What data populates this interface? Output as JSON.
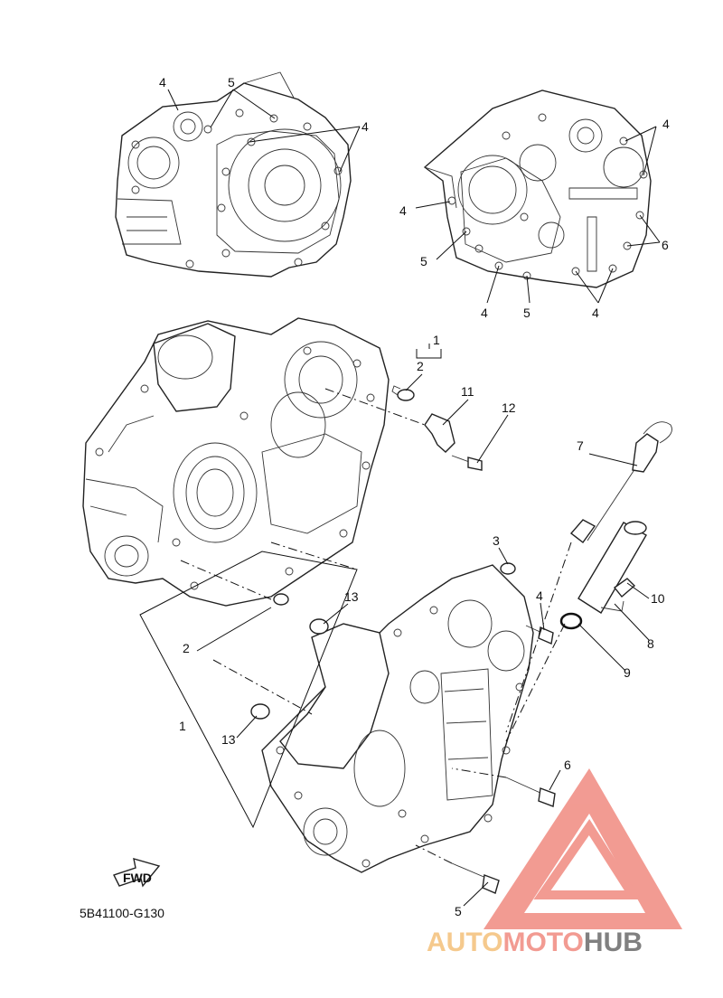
{
  "diagram": {
    "code": "5B41100-G130",
    "fwd_label": "FWD",
    "callouts": [
      {
        "id": "c1",
        "text": "4"
      },
      {
        "id": "c2",
        "text": "5"
      },
      {
        "id": "c3",
        "text": "4"
      },
      {
        "id": "c4",
        "text": "4"
      },
      {
        "id": "c5",
        "text": "4"
      },
      {
        "id": "c6",
        "text": "6"
      },
      {
        "id": "c7",
        "text": "5"
      },
      {
        "id": "c8",
        "text": "4"
      },
      {
        "id": "c9",
        "text": "5"
      },
      {
        "id": "c10",
        "text": "4"
      },
      {
        "id": "c11",
        "text": "1"
      },
      {
        "id": "c12",
        "text": "2"
      },
      {
        "id": "c13",
        "text": "11"
      },
      {
        "id": "c14",
        "text": "12"
      },
      {
        "id": "c15",
        "text": "7"
      },
      {
        "id": "c16",
        "text": "3"
      },
      {
        "id": "c17",
        "text": "4"
      },
      {
        "id": "c18",
        "text": "10"
      },
      {
        "id": "c19",
        "text": "8"
      },
      {
        "id": "c20",
        "text": "9"
      },
      {
        "id": "c21",
        "text": "13"
      },
      {
        "id": "c22",
        "text": "2"
      },
      {
        "id": "c23",
        "text": "1"
      },
      {
        "id": "c24",
        "text": "13"
      },
      {
        "id": "c25",
        "text": "6"
      },
      {
        "id": "c26",
        "text": "5"
      }
    ]
  },
  "watermark": {
    "part1": "AUTO",
    "part2": "MOTO",
    "part3": "HUB",
    "color_light": "#f4c07a",
    "color_mid": "#f08a80",
    "color_dark": "#6b6b6b"
  }
}
